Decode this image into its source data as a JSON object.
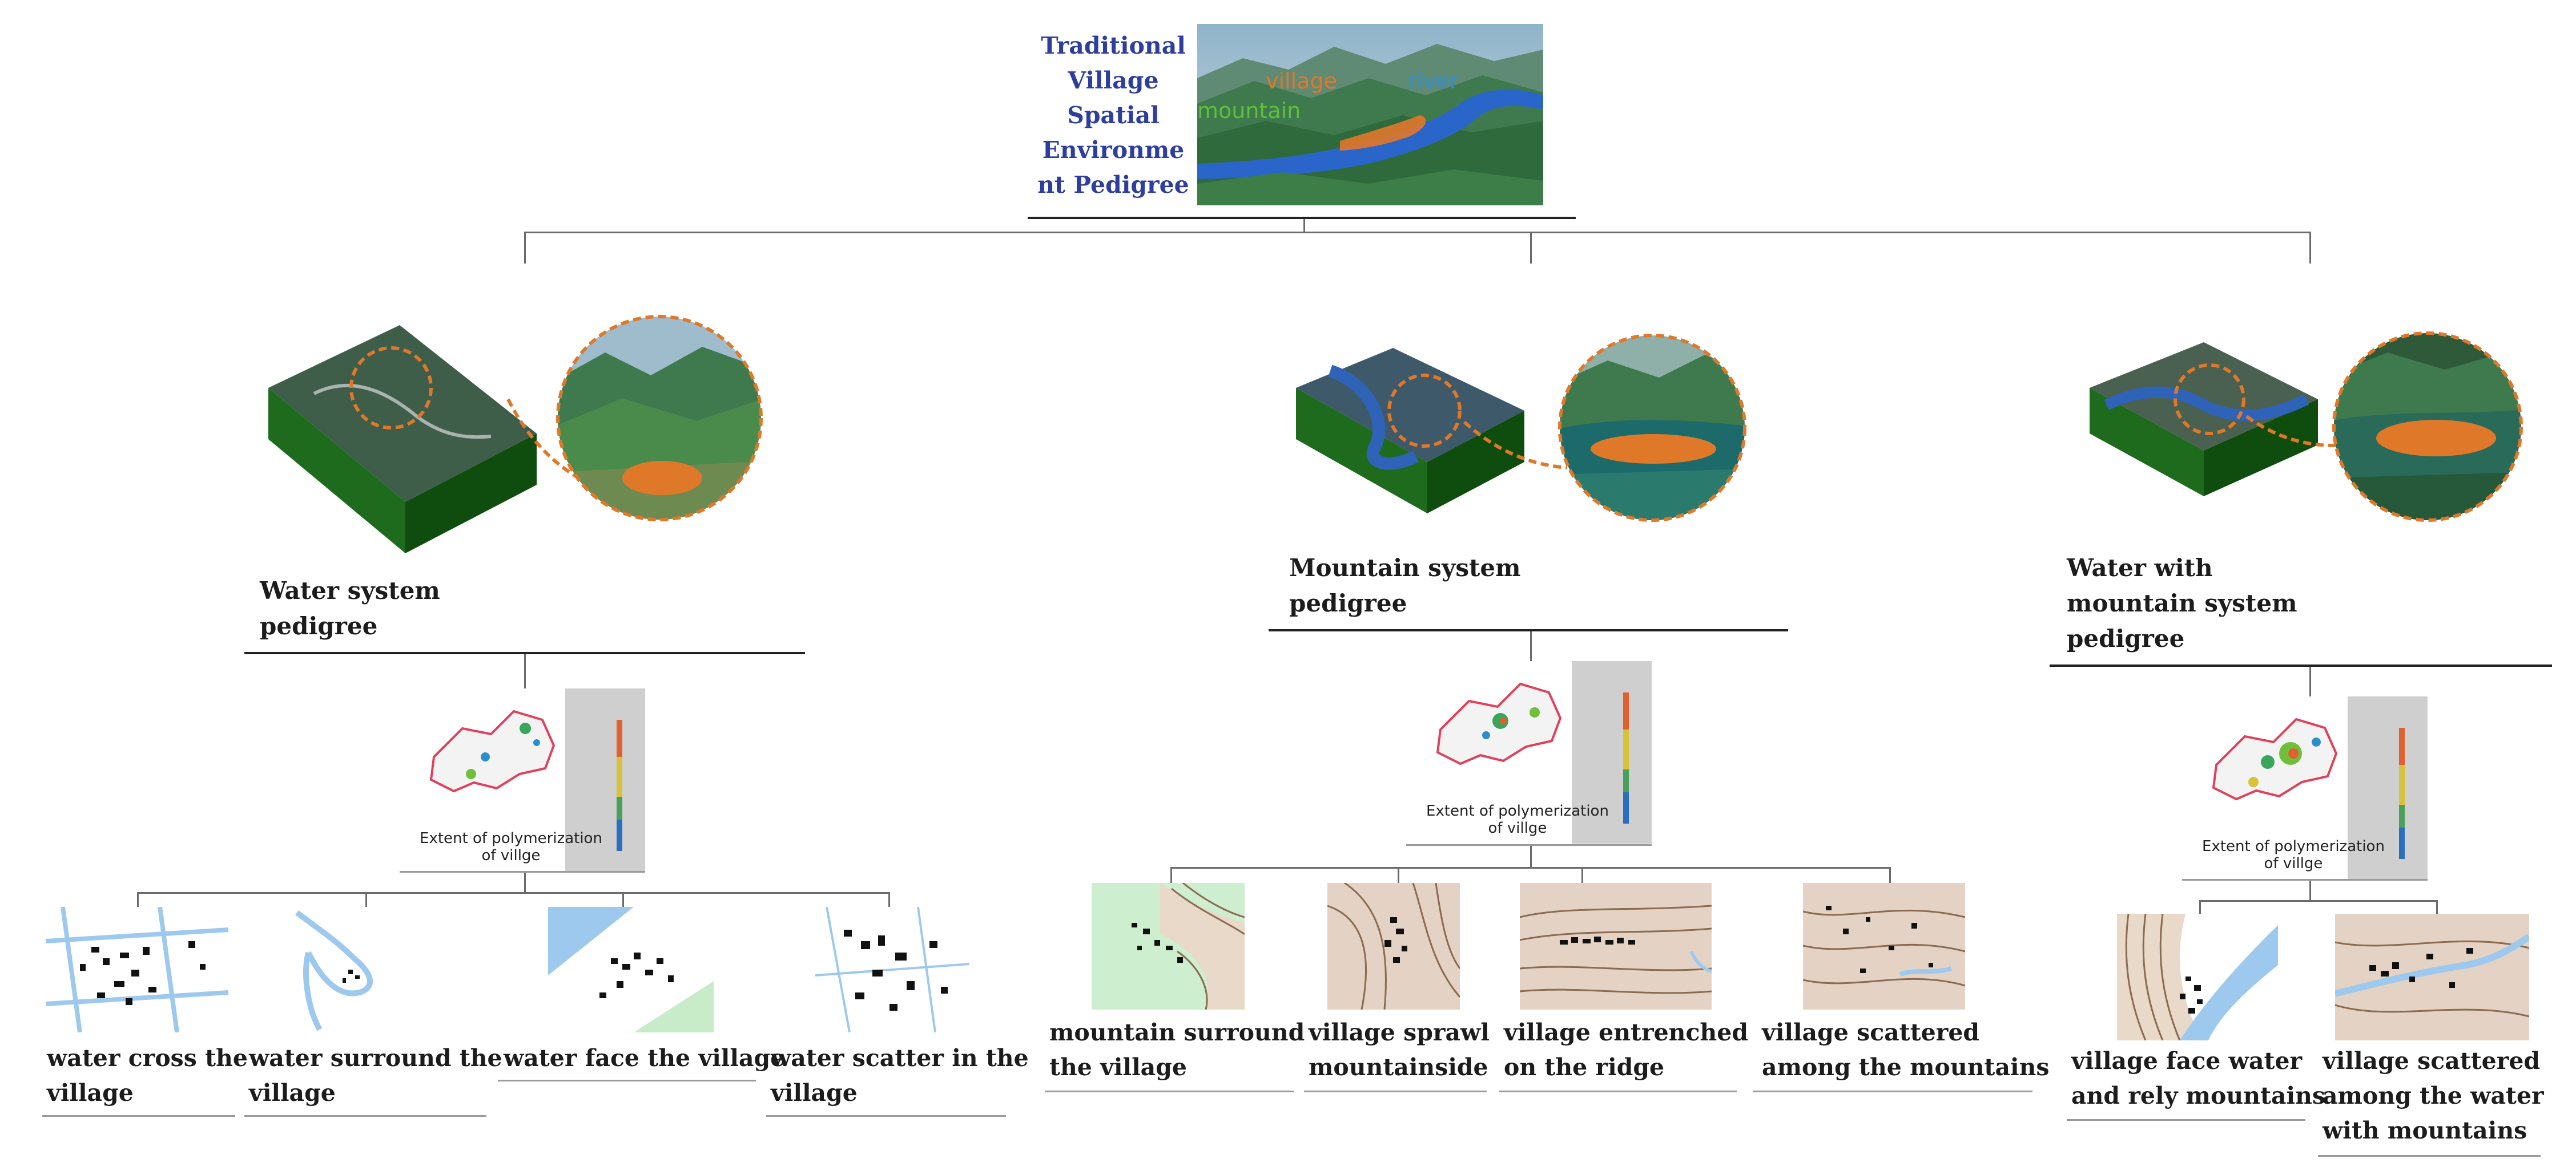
{
  "root": {
    "title_lines": [
      "Traditional",
      "Village",
      "Spatial",
      "Environme",
      "nt Pedigree"
    ],
    "hero_labels": {
      "village": "village",
      "river": "river",
      "mountain": "mountain"
    }
  },
  "colors": {
    "title_blue": "#2d3e9e",
    "village_orange": "#e0782a",
    "river_blue": "#2f8fd8",
    "mountain_green": "#5fbf3a"
  },
  "branches": [
    {
      "heading_lines": [
        "Water system",
        "pedigree"
      ],
      "map_caption_lines": [
        "Extent of polymerization",
        "of villge"
      ],
      "leaves": [
        {
          "lines": [
            "water cross the",
            "village"
          ]
        },
        {
          "lines": [
            "water surround the",
            "village"
          ]
        },
        {
          "lines": [
            "water face the village"
          ]
        },
        {
          "lines": [
            "water scatter in the",
            "village"
          ]
        }
      ]
    },
    {
      "heading_lines": [
        "Mountain system",
        "pedigree"
      ],
      "map_caption_lines": [
        "Extent of polymerization",
        "of villge"
      ],
      "leaves": [
        {
          "lines": [
            "mountain surround",
            "the village"
          ]
        },
        {
          "lines": [
            "village sprawl",
            "mountainside"
          ]
        },
        {
          "lines": [
            "village entrenched",
            "on the ridge"
          ]
        },
        {
          "lines": [
            "village scattered",
            "among the mountains"
          ]
        }
      ]
    },
    {
      "heading_lines": [
        "Water with",
        "mountain system",
        "pedigree"
      ],
      "map_caption_lines": [
        "Extent of polymerization",
        "of villge"
      ],
      "leaves": [
        {
          "lines": [
            "village face water",
            "and rely mountains"
          ]
        },
        {
          "lines": [
            "village scattered",
            "among the water",
            "with mountains"
          ]
        }
      ]
    }
  ]
}
